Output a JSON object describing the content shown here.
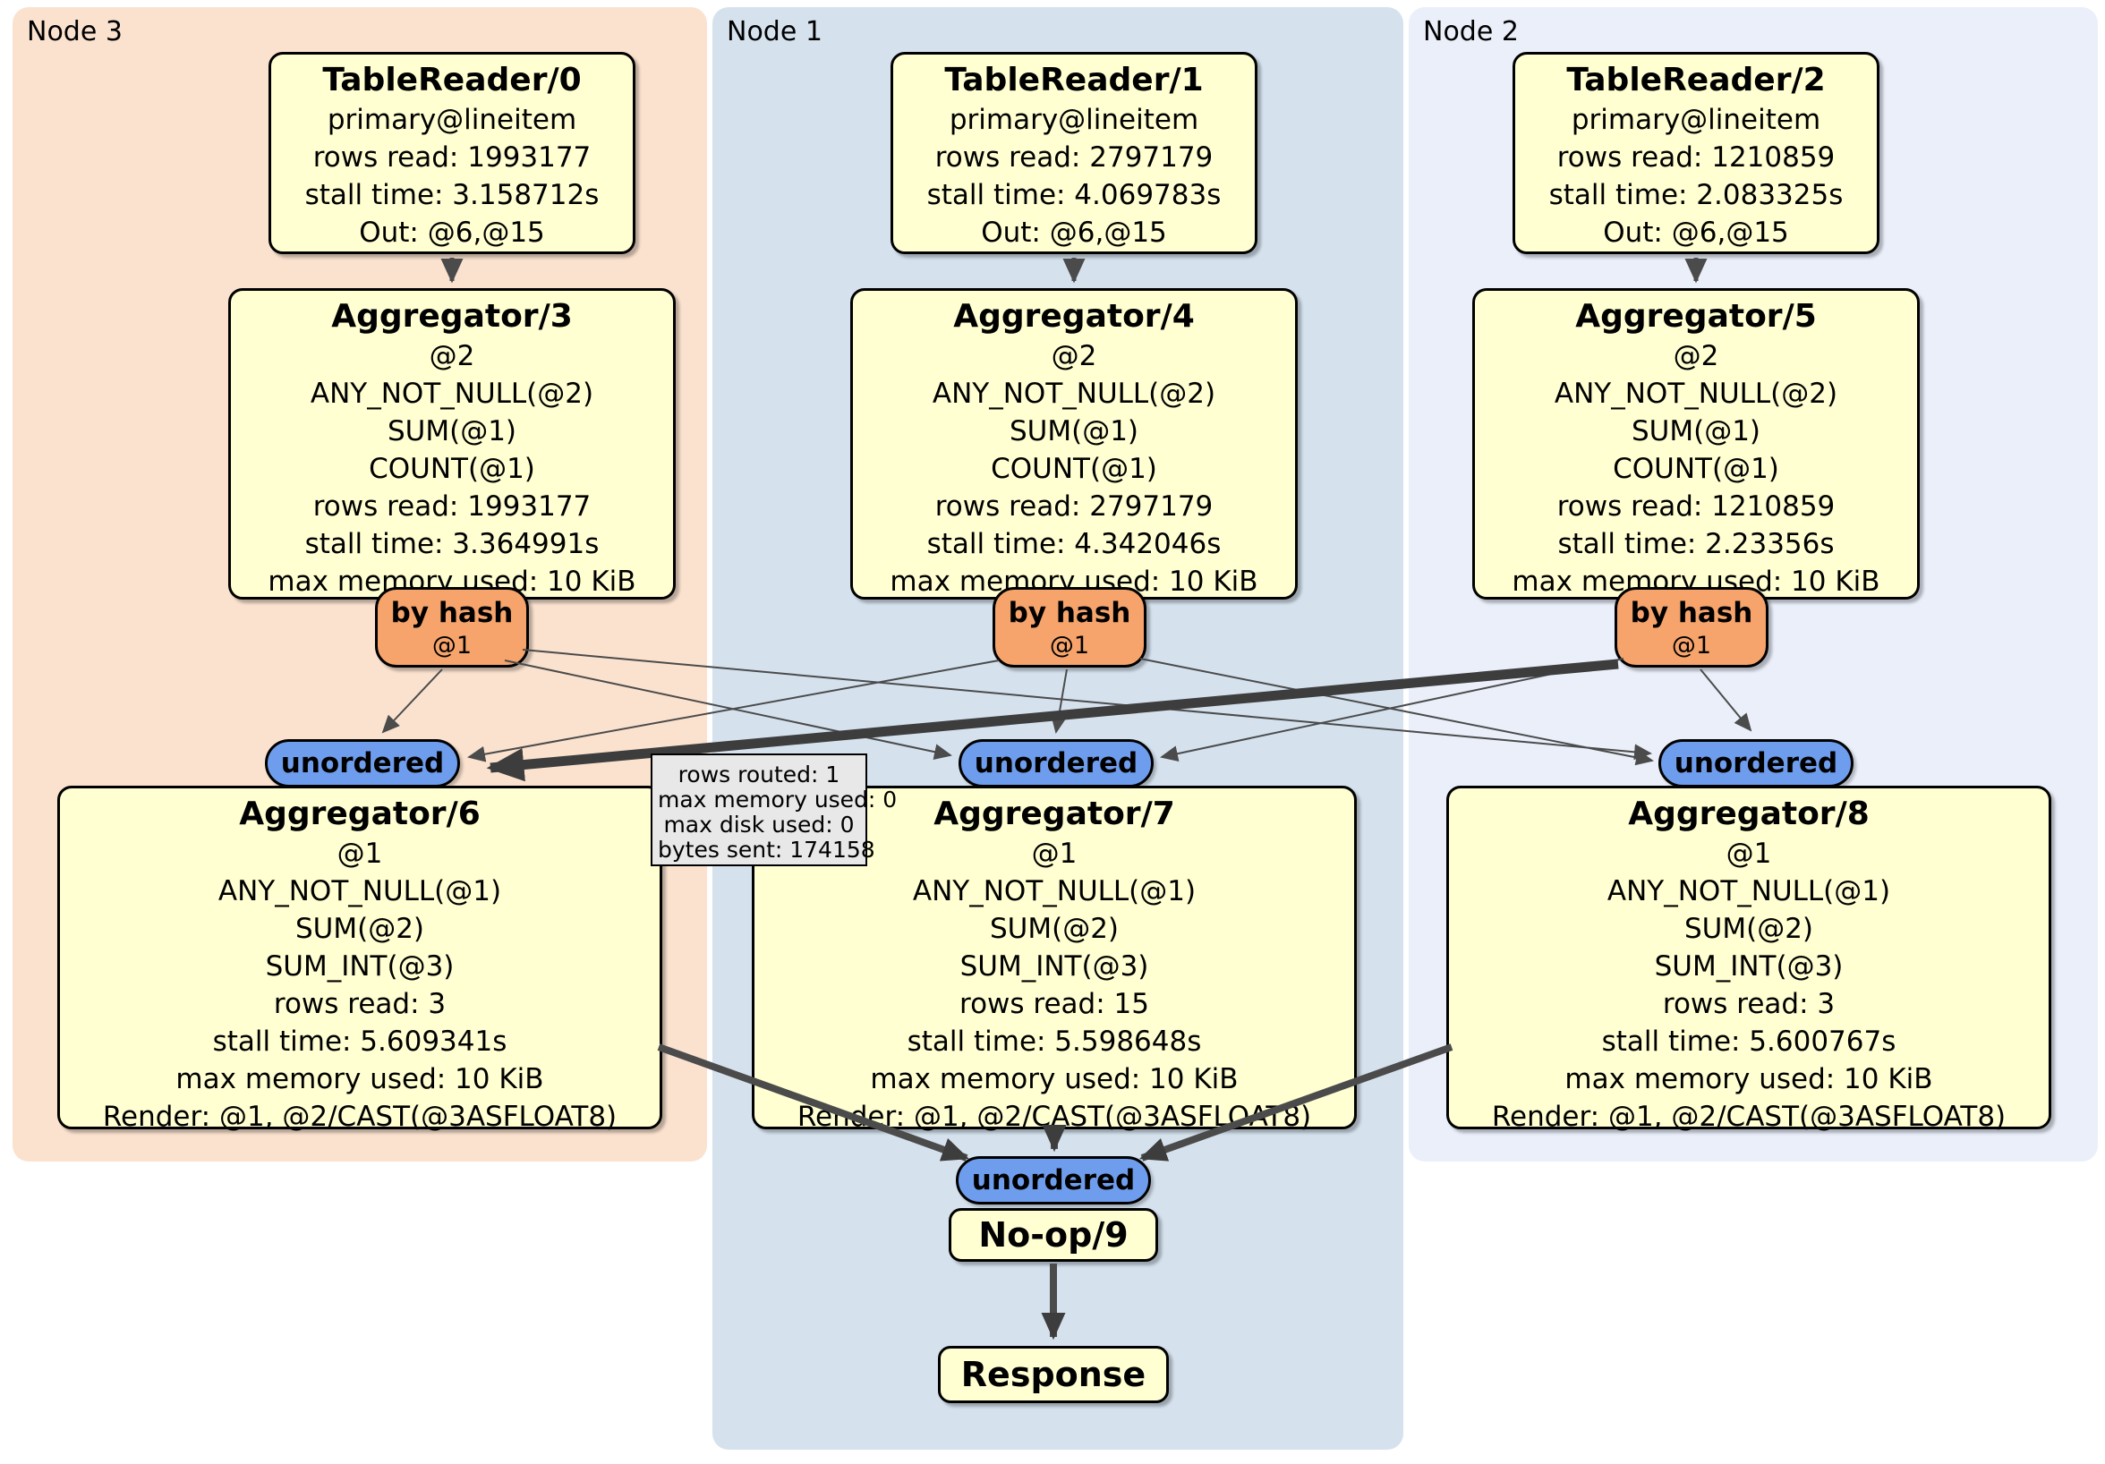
{
  "panels": {
    "node3": {
      "label": "Node 3",
      "bg": "#fbe2cf"
    },
    "node1": {
      "label": "Node 1",
      "bg": "#d5e2ee"
    },
    "node2": {
      "label": "Node 2",
      "bg": "#eaeffa"
    }
  },
  "processors": {
    "tr0": {
      "title": "TableReader/0",
      "lines": [
        "primary@lineitem",
        "rows read: 1993177",
        "stall time: 3.158712s",
        "Out: @6,@15"
      ]
    },
    "tr1": {
      "title": "TableReader/1",
      "lines": [
        "primary@lineitem",
        "rows read: 2797179",
        "stall time: 4.069783s",
        "Out: @6,@15"
      ]
    },
    "tr2": {
      "title": "TableReader/2",
      "lines": [
        "primary@lineitem",
        "rows read: 1210859",
        "stall time: 2.083325s",
        "Out: @6,@15"
      ]
    },
    "agg3": {
      "title": "Aggregator/3",
      "lines": [
        "@2",
        "ANY_NOT_NULL(@2)",
        "SUM(@1)",
        "COUNT(@1)",
        "rows read: 1993177",
        "stall time: 3.364991s",
        "max memory used: 10 KiB"
      ]
    },
    "agg4": {
      "title": "Aggregator/4",
      "lines": [
        "@2",
        "ANY_NOT_NULL(@2)",
        "SUM(@1)",
        "COUNT(@1)",
        "rows read: 2797179",
        "stall time: 4.342046s",
        "max memory used: 10 KiB"
      ]
    },
    "agg5": {
      "title": "Aggregator/5",
      "lines": [
        "@2",
        "ANY_NOT_NULL(@2)",
        "SUM(@1)",
        "COUNT(@1)",
        "rows read: 1210859",
        "stall time: 2.23356s",
        "max memory used: 10 KiB"
      ]
    },
    "agg6": {
      "title": "Aggregator/6",
      "lines": [
        "@1",
        "ANY_NOT_NULL(@1)",
        "SUM(@2)",
        "SUM_INT(@3)",
        "rows read: 3",
        "stall time: 5.609341s",
        "max memory used: 10 KiB",
        "Render: @1, @2/CAST(@3ASFLOAT8)"
      ]
    },
    "agg7": {
      "title": "Aggregator/7",
      "lines": [
        "@1",
        "ANY_NOT_NULL(@1)",
        "SUM(@2)",
        "SUM_INT(@3)",
        "rows read: 15",
        "stall time: 5.598648s",
        "max memory used: 10 KiB",
        "Render: @1, @2/CAST(@3ASFLOAT8)"
      ]
    },
    "agg8": {
      "title": "Aggregator/8",
      "lines": [
        "@1",
        "ANY_NOT_NULL(@1)",
        "SUM(@2)",
        "SUM_INT(@3)",
        "rows read: 3",
        "stall time: 5.600767s",
        "max memory used: 10 KiB",
        "Render: @1, @2/CAST(@3ASFLOAT8)"
      ]
    },
    "noop": {
      "title": "No-op/9"
    },
    "response": {
      "title": "Response"
    }
  },
  "routers": {
    "left": {
      "label": "by hash",
      "detail": "@1"
    },
    "middle": {
      "label": "by hash",
      "detail": "@1"
    },
    "right": {
      "label": "by hash",
      "detail": "@1"
    }
  },
  "syncs": {
    "left": "unordered",
    "middle": "unordered",
    "right": "unordered",
    "final": "unordered"
  },
  "tooltip": {
    "lines": [
      "rows routed: 1",
      "max memory used: 0",
      "max disk used: 0",
      "bytes sent: 174158"
    ]
  },
  "colors": {
    "processor_fill": "#ffffd2",
    "router_fill": "#f6a46b",
    "sync_fill": "#6f9ded",
    "node3_bg": "#fbe2cf",
    "node1_bg": "#d5e2ee",
    "node2_bg": "#eaeffa",
    "edge": "#4b4b4b",
    "edge_thick": "#3d3d3d",
    "tooltip_bg": "#e8e8e8"
  }
}
